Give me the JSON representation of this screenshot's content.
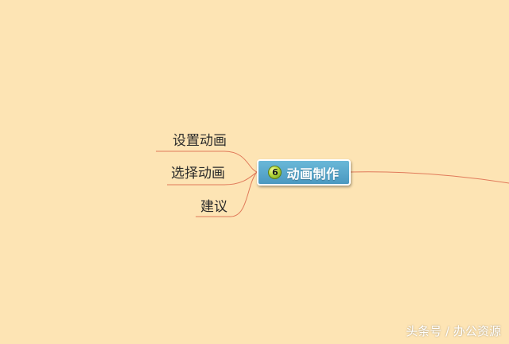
{
  "central_node": {
    "badge": "6",
    "title": "动画制作"
  },
  "branches": [
    {
      "label": "设置动画"
    },
    {
      "label": "选择动画"
    },
    {
      "label": "建议"
    }
  ],
  "watermark": "头条号 / 办公资源",
  "colors": {
    "background": "#fde4b4",
    "connector": "#e07a5a",
    "node_fill": "#5aa9cf",
    "node_border": "#ffffff",
    "badge": "#b6d83a"
  }
}
